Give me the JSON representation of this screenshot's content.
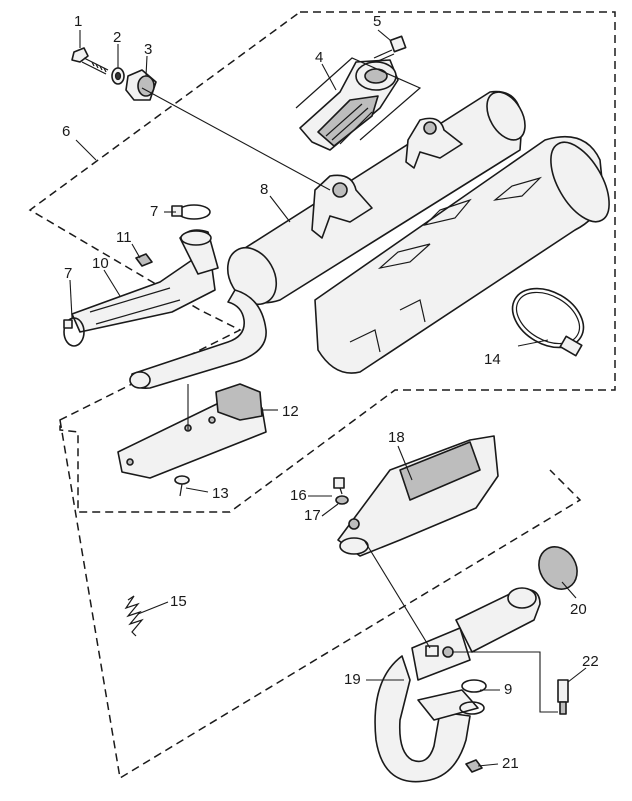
{
  "labels": {
    "p1": "1",
    "p2": "2",
    "p3": "3",
    "p4": "4",
    "p5": "5",
    "p6": "6",
    "p7a": "7",
    "p7b": "7",
    "p8": "8",
    "p9": "9",
    "p10": "10",
    "p11": "11",
    "p12": "12",
    "p13": "13",
    "p14": "14",
    "p15": "15",
    "p16": "16",
    "p17": "17",
    "p18": "18",
    "p19": "19",
    "p20": "20",
    "p21": "21",
    "p22": "22"
  }
}
